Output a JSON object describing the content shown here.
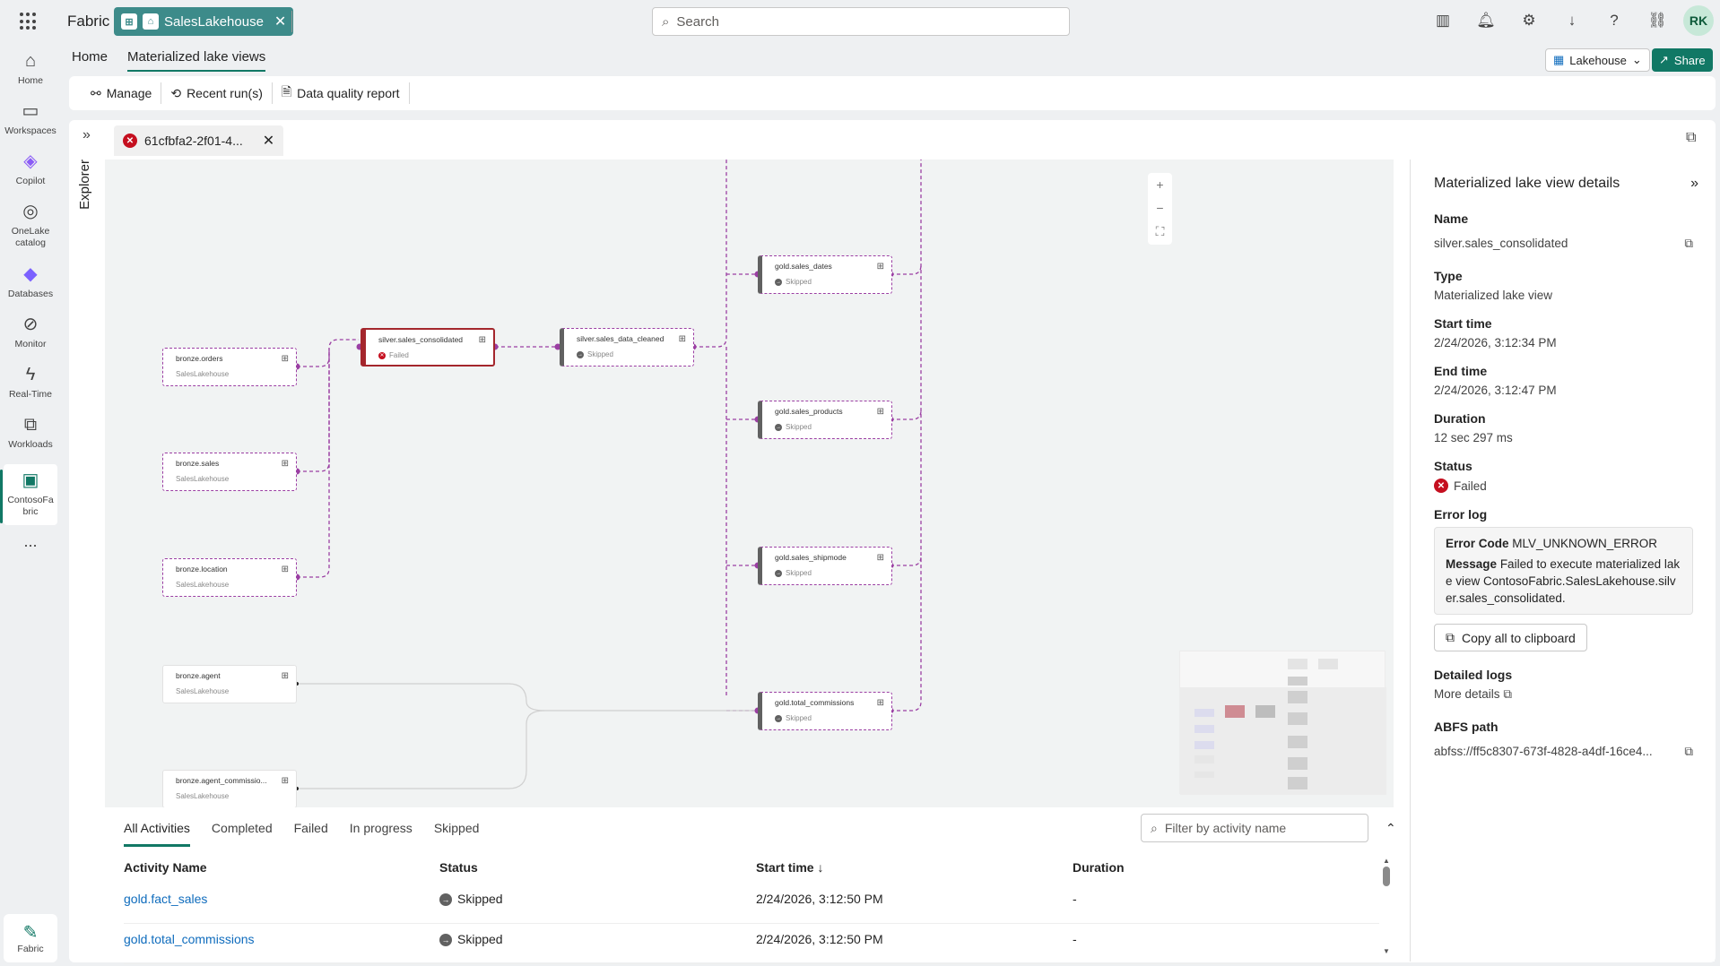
{
  "app": {
    "brand": "Fabric",
    "workspace_tab": "SalesLakehouse",
    "search_placeholder": "Search",
    "avatar_initials": "RK"
  },
  "rail": {
    "items": [
      {
        "label": "Home",
        "icon": "home-icon"
      },
      {
        "label": "Workspaces",
        "icon": "workspaces-icon"
      },
      {
        "label": "Copilot",
        "icon": "copilot-icon"
      },
      {
        "label": "OneLake catalog",
        "icon": "onelake-icon"
      },
      {
        "label": "Databases",
        "icon": "databases-icon"
      },
      {
        "label": "Monitor",
        "icon": "monitor-icon"
      },
      {
        "label": "Real-Time",
        "icon": "realtime-icon"
      },
      {
        "label": "Workloads",
        "icon": "workloads-icon"
      },
      {
        "label": "ContosoFabric",
        "icon": "contoso-icon"
      }
    ],
    "more": "...",
    "bottom_label": "Fabric"
  },
  "nav": {
    "tabs": [
      "Home",
      "Materialized lake views"
    ],
    "lakehouse_button": "Lakehouse",
    "share_button": "Share"
  },
  "toolbar": {
    "manage": "Manage",
    "recent_runs": "Recent run(s)",
    "dq_report": "Data quality report"
  },
  "explorer": {
    "label": "Explorer"
  },
  "run_tab": {
    "label": "61cfbfa2-2f01-4..."
  },
  "graph": {
    "nodes": [
      {
        "id": "bronze_orders",
        "title": "bronze.orders",
        "sub": "SalesLakehouse",
        "style": "dashed"
      },
      {
        "id": "bronze_sales",
        "title": "bronze.sales",
        "sub": "SalesLakehouse",
        "style": "dashed"
      },
      {
        "id": "bronze_location",
        "title": "bronze.location",
        "sub": "SalesLakehouse",
        "style": "dashed"
      },
      {
        "id": "bronze_agent",
        "title": "bronze.agent",
        "sub": "SalesLakehouse",
        "style": "plain"
      },
      {
        "id": "bronze_agent_comm",
        "title": "bronze.agent_commissio...",
        "sub": "SalesLakehouse",
        "style": "plain"
      },
      {
        "id": "silver_consolidated",
        "title": "silver.sales_consolidated",
        "sub": "Failed",
        "style": "failed"
      },
      {
        "id": "silver_cleaned",
        "title": "silver.sales_data_cleaned",
        "sub": "Skipped",
        "style": "dashed"
      },
      {
        "id": "gold_dates",
        "title": "gold.sales_dates",
        "sub": "Skipped",
        "style": "dashed"
      },
      {
        "id": "gold_products",
        "title": "gold.sales_products",
        "sub": "Skipped",
        "style": "dashed"
      },
      {
        "id": "gold_shipmode",
        "title": "gold.sales_shipmode",
        "sub": "Skipped",
        "style": "dashed"
      },
      {
        "id": "gold_total",
        "title": "gold.total_commissions",
        "sub": "Skipped",
        "style": "dashed"
      }
    ]
  },
  "details": {
    "title": "Materialized lake view details",
    "name_label": "Name",
    "name": "silver.sales_consolidated",
    "type_label": "Type",
    "type": "Materialized lake view",
    "start_label": "Start time",
    "start": "2/24/2026, 3:12:34 PM",
    "end_label": "End time",
    "end": "2/24/2026, 3:12:47 PM",
    "duration_label": "Duration",
    "duration": "12 sec 297 ms",
    "status_label": "Status",
    "status": "Failed",
    "error_label": "Error log",
    "error_code_label": "Error Code",
    "error_code": "MLV_UNKNOWN_ERROR",
    "message_label": "Message",
    "message": "Failed to execute materialized lake view ContosoFabric.SalesLakehouse.silver.sales_consolidated.",
    "copy_all": "Copy all to clipboard",
    "detailed_logs_label": "Detailed logs",
    "more_details": "More details",
    "abfs_label": "ABFS path",
    "abfs": "abfss://ff5c8307-673f-4828-a4df-16ce4..."
  },
  "activities": {
    "tabs": [
      "All Activities",
      "Completed",
      "Failed",
      "In progress",
      "Skipped"
    ],
    "filter_placeholder": "Filter by activity name",
    "columns": [
      "Activity Name",
      "Status",
      "Start time",
      "Duration"
    ],
    "start_time_sort": "↓",
    "rows": [
      {
        "name": "gold.fact_sales",
        "status": "Skipped",
        "start": "2/24/2026, 3:12:50 PM",
        "duration": "-"
      },
      {
        "name": "gold.total_commissions",
        "status": "Skipped",
        "start": "2/24/2026, 3:12:50 PM",
        "duration": "-"
      }
    ]
  }
}
